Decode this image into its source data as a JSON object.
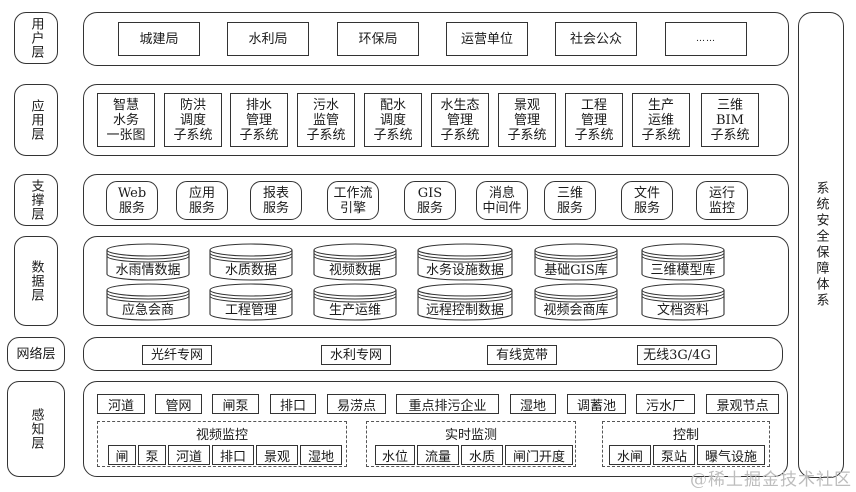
{
  "layers": {
    "user": {
      "label": "用户层",
      "items": [
        "城建局",
        "水利局",
        "环保局",
        "运营单位",
        "社会公众",
        "……"
      ]
    },
    "application": {
      "label": "应用层",
      "items": [
        "智慧\n水务\n一张图",
        "防洪\n调度\n子系统",
        "排水\n管理\n子系统",
        "污水\n监管\n子系统",
        "配水\n调度\n子系统",
        "水生态\n管理\n子系统",
        "景观\n管理\n子系统",
        "工程\n管理\n子系统",
        "生产\n运维\n子系统",
        "三维\nBIM\n子系统"
      ]
    },
    "support": {
      "label": "支撑层",
      "items": [
        "Web\n服务",
        "应用\n服务",
        "报表\n服务",
        "工作流\n引擎",
        "GIS\n服务",
        "消息\n中间件",
        "三维\n服务",
        "文件\n服务",
        "运行\n监控"
      ]
    },
    "data": {
      "label": "数据层",
      "row1": [
        "水雨情数据",
        "水质数据",
        "视频数据",
        "水务设施数据",
        "基础GIS库",
        "三维模型库"
      ],
      "row2": [
        "应急会商",
        "工程管理",
        "生产运维",
        "远程控制数据",
        "视频会商库",
        "文档资料"
      ]
    },
    "network": {
      "label": "网络层",
      "items": [
        "光纤专网",
        "水利专网",
        "有线宽带",
        "无线3G/4G"
      ]
    },
    "perception": {
      "label": "感知层",
      "items": [
        "河道",
        "管网",
        "闸泵",
        "排口",
        "易涝点",
        "重点排污企业",
        "湿地",
        "调蓄池",
        "污水厂",
        "景观节点"
      ],
      "groups": [
        {
          "title": "视频监控",
          "items": [
            "闸",
            "泵",
            "河道",
            "排口",
            "景观",
            "湿地"
          ]
        },
        {
          "title": "实时监测",
          "items": [
            "水位",
            "流量",
            "水质",
            "闸门开度"
          ]
        },
        {
          "title": "控制",
          "items": [
            "水闸",
            "泵站",
            "曝气设施"
          ]
        }
      ]
    }
  },
  "security": {
    "label": "系统安全保障体系"
  },
  "watermark": "@稀土掘金技术社区",
  "colors": {
    "stroke": "#333333",
    "dashed": "#555555",
    "watermark": "#bdbdbd"
  }
}
